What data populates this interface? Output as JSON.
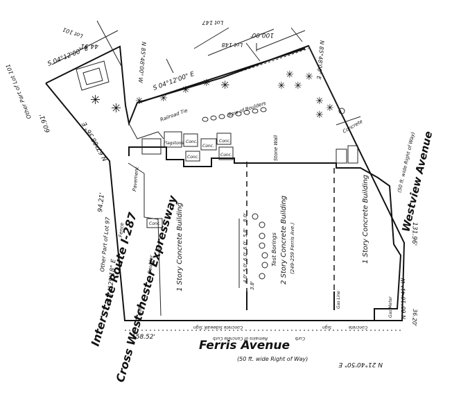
{
  "streets": {
    "ferris_avenue": "Ferris Avenue",
    "ferris_row": "(50 ft. wide Right of Way)",
    "westview_avenue": "Westview Avenue",
    "westview_row": "(50 ft. wide Right of Way)",
    "interstate": "Interstate Route I-287",
    "expressway": "Cross Westchester Expressway"
  },
  "bearings": {
    "top_left": "S 04°12'00\" E",
    "top_mid": "S 04°12'00\" E",
    "top_right": "N 85°48'00\" E",
    "left_upper": "N 67°08'36\" E",
    "left_lower": "S 74°29'18\" E",
    "right_lower": "N 21°40'50\" E",
    "right_side": "N 60°10'41\" W",
    "mid_diag": "N 85°48'00\" W"
  },
  "distances": {
    "top_44": "44.51'",
    "top_100": "100.00'",
    "left_60": "60.91'",
    "left_94": "94.21'",
    "bottom_158": "158.52'",
    "right_131": "131.96'",
    "right_36": "36.20'"
  },
  "lots": {
    "lot_101": "Lot 101",
    "lot_147": "Lot 147",
    "lot_148": "Lot 148",
    "lot_101b": "Lot 101",
    "other_part_101": "Other Part of Lot 101",
    "other_part_97": "Other Part of Lot 97"
  },
  "buildings": {
    "b1": "1 Story Concrete Building",
    "b2": "2 Story Concrete Building",
    "b2_addr": "(249-259 Ferris Ave.)",
    "b3": "1 Story Concrete Building",
    "test_borings": "Test Borings"
  },
  "features": {
    "railroad_tie": "Railroad Tie",
    "row_of_boulders": "Row of Boulders",
    "stone_wall": "Stone Wall",
    "concrete": "Concrete",
    "pavement": "Pavement",
    "fence": "Fence",
    "conc": "Conc.",
    "flagstone": "Flagstone",
    "gate": "Gate",
    "curb": "Curb",
    "remains_curb": "Remains of Concrete Curb",
    "concrete_sidewalk": "Concrete Sidewalk",
    "sign": "Sign",
    "boulder": "Boulder",
    "gas_line": "Gas Line",
    "gas_meter": "Gas Meter",
    "concrete_right": "Concrete"
  },
  "boring_labels": [
    "8.0'",
    "5.8'",
    "6.0'",
    "6.0'",
    "5.0'",
    "4.0'",
    "3.8'"
  ],
  "colors": {
    "ink": "#111111",
    "paper": "#ffffff"
  }
}
